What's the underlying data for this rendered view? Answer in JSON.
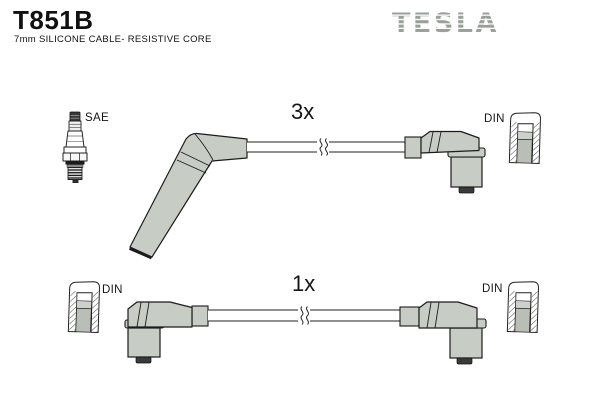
{
  "header": {
    "part_number": "T851B",
    "subtitle": "7mm SILICONE CABLE- RESISTIVE CORE",
    "brand_logo_text": "TESLA"
  },
  "labels": {
    "top_quantity": "3x",
    "bottom_quantity": "1x",
    "spark_plug_terminal": "SAE",
    "top_right_terminal": "DIN",
    "bottom_left_terminal": "DIN",
    "bottom_right_terminal": "DIN"
  },
  "colors": {
    "background": "#ffffff",
    "boot_fill": "#c7ccc5",
    "outline": "#1c1c1c",
    "logo_gray": "#98a099",
    "din_core_fill": "#b9beb7",
    "din_core_band": "#cdd1cb"
  },
  "icons": {
    "spark_plug": "spark-plug-icon",
    "din_connector_cup": "din-cup-icon",
    "angled_boot": "angled-boot-icon",
    "right_angle_boot": "right-angle-boot-icon",
    "cable_break": "cable-break-icon"
  }
}
